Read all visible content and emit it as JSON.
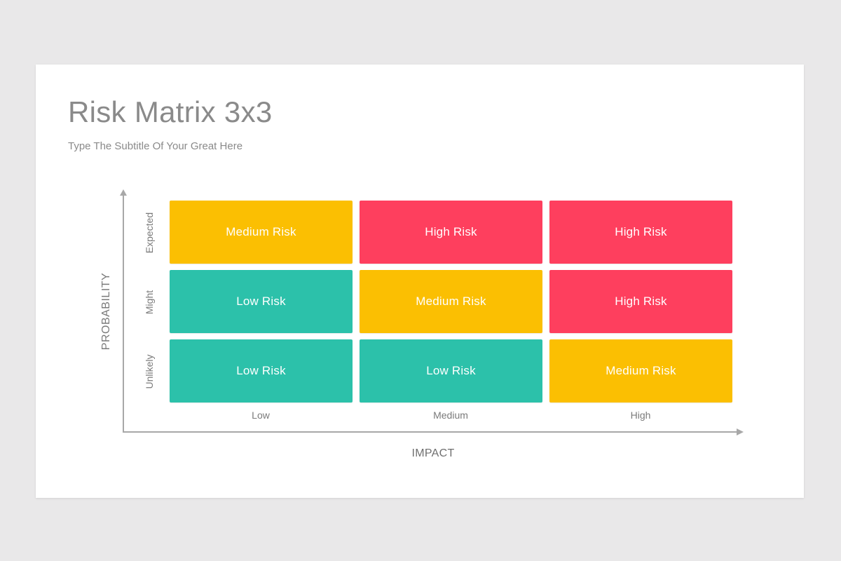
{
  "header": {
    "title": "Risk Matrix 3x3",
    "subtitle": "Type The Subtitle Of Your Great Here"
  },
  "axes": {
    "y_label": "PROBABILITY",
    "x_label": "IMPACT",
    "rows": [
      "Expected",
      "Might",
      "Unlikely"
    ],
    "columns": [
      "Low",
      "Medium",
      "High"
    ]
  },
  "matrix": [
    [
      "Medium Risk",
      "High Risk",
      "High Risk"
    ],
    [
      "Low Risk",
      "Medium Risk",
      "High Risk"
    ],
    [
      "Low Risk",
      "Low Risk",
      "Medium Risk"
    ]
  ],
  "colors": {
    "low_risk": "#2cc1aa",
    "medium_risk": "#fbbf02",
    "high_risk": "#fe3f5e"
  }
}
